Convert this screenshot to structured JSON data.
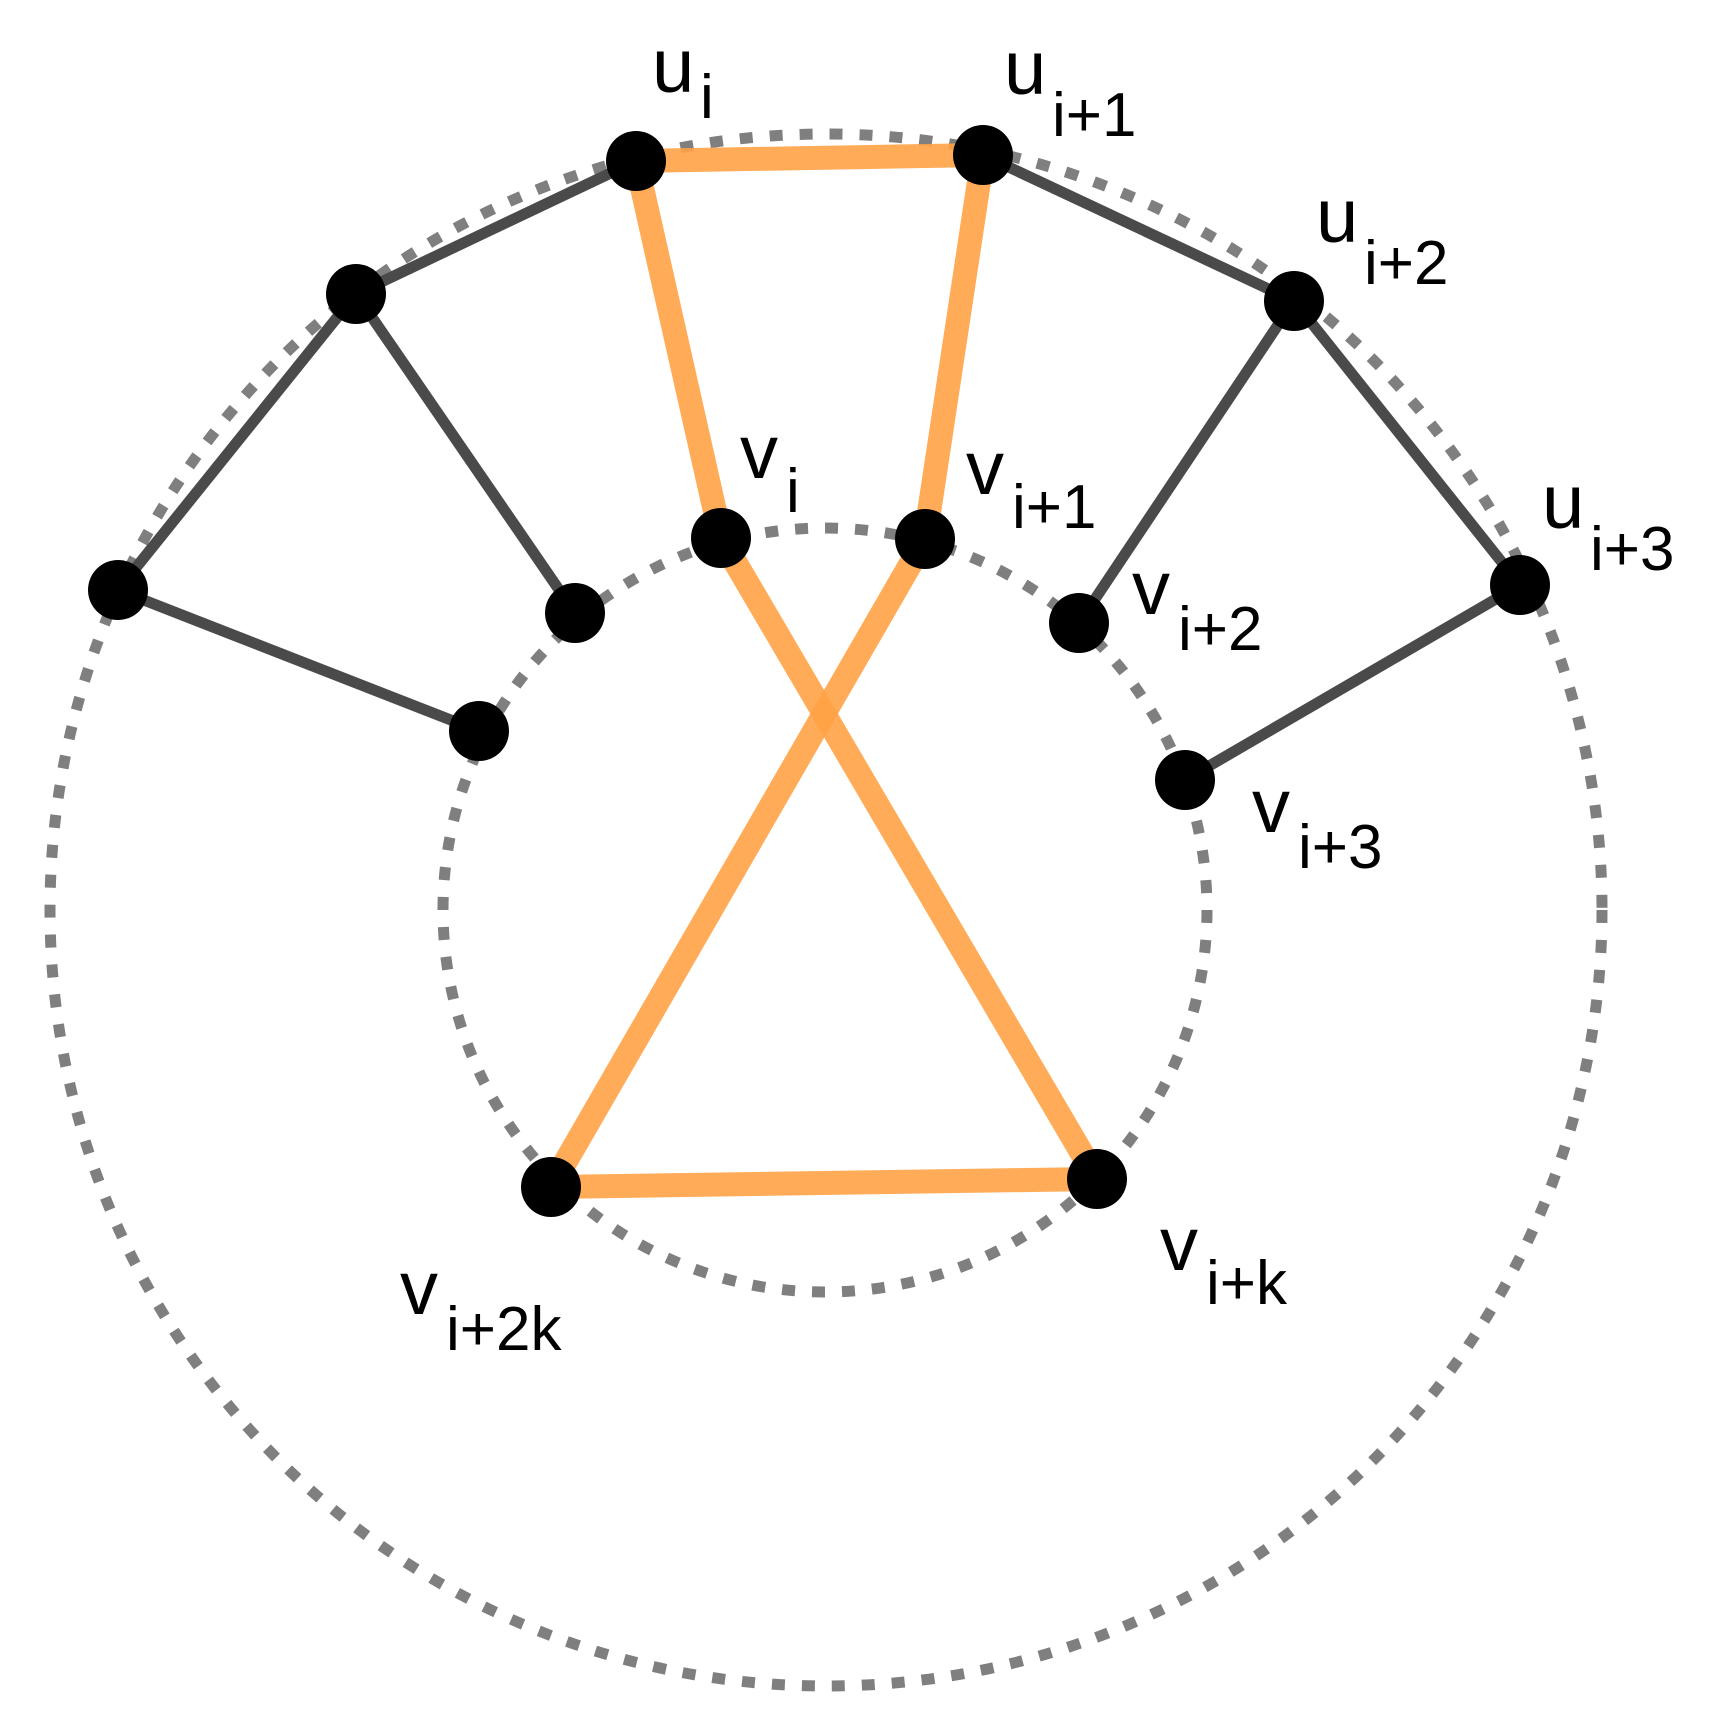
{
  "colors": {
    "background": "#ffffff",
    "vertex": "#000000",
    "edge": "#4a4a4a",
    "highlight": "#ffa245",
    "cycle": "#7f7f7f"
  },
  "vertices": [
    {
      "id": "u_i",
      "main": "u",
      "sub": "i"
    },
    {
      "id": "u_i1",
      "main": "u",
      "sub": "i+1"
    },
    {
      "id": "u_i2",
      "main": "u",
      "sub": "i+2"
    },
    {
      "id": "u_i3",
      "main": "u",
      "sub": "i+3"
    },
    {
      "id": "u_im1",
      "main": "",
      "sub": ""
    },
    {
      "id": "u_im2",
      "main": "",
      "sub": ""
    },
    {
      "id": "v_i",
      "main": "v",
      "sub": "i"
    },
    {
      "id": "v_i1",
      "main": "v",
      "sub": "i+1"
    },
    {
      "id": "v_i2",
      "main": "v",
      "sub": "i+2"
    },
    {
      "id": "v_i3",
      "main": "v",
      "sub": "i+3"
    },
    {
      "id": "v_ik",
      "main": "v",
      "sub": "i+k"
    },
    {
      "id": "v_i2k",
      "main": "v",
      "sub": "i+2k"
    },
    {
      "id": "v_im1",
      "main": "",
      "sub": ""
    },
    {
      "id": "v_im2",
      "main": "",
      "sub": ""
    }
  ],
  "edges": [
    {
      "from": "u_im2",
      "to": "u_im1",
      "highlight": false
    },
    {
      "from": "u_im1",
      "to": "u_i",
      "highlight": false
    },
    {
      "from": "u_i1",
      "to": "u_i2",
      "highlight": false
    },
    {
      "from": "u_i2",
      "to": "u_i3",
      "highlight": false
    },
    {
      "from": "u_im2",
      "to": "v_im2",
      "highlight": false
    },
    {
      "from": "u_im1",
      "to": "v_im1",
      "highlight": false
    },
    {
      "from": "u_i2",
      "to": "v_i2",
      "highlight": false
    },
    {
      "from": "u_i3",
      "to": "v_i3",
      "highlight": false
    },
    {
      "from": "u_i",
      "to": "u_i1",
      "highlight": true
    },
    {
      "from": "u_i",
      "to": "v_i",
      "highlight": true
    },
    {
      "from": "u_i1",
      "to": "v_i1",
      "highlight": true
    },
    {
      "from": "v_i",
      "to": "v_ik",
      "highlight": true
    },
    {
      "from": "v_i1",
      "to": "v_i2k",
      "highlight": true
    },
    {
      "from": "v_i2k",
      "to": "v_ik",
      "highlight": true
    }
  ]
}
